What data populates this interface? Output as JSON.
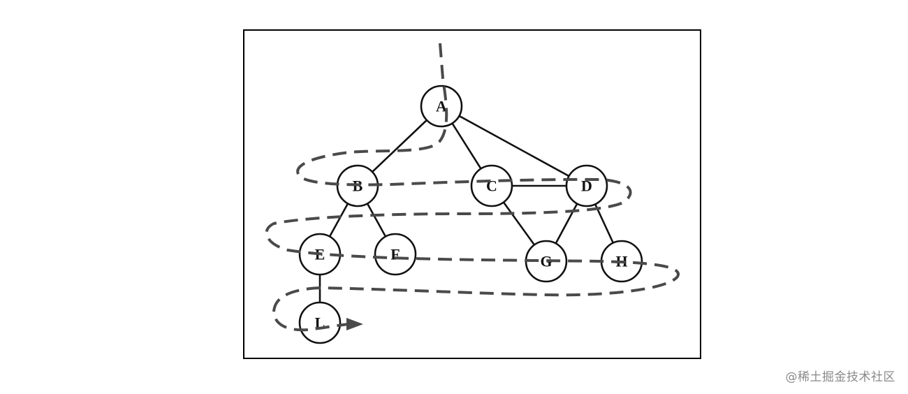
{
  "diagram": {
    "nodes": [
      {
        "id": "A",
        "label": "A"
      },
      {
        "id": "B",
        "label": "B"
      },
      {
        "id": "C",
        "label": "C"
      },
      {
        "id": "D",
        "label": "D"
      },
      {
        "id": "E",
        "label": "E"
      },
      {
        "id": "F",
        "label": "F"
      },
      {
        "id": "G",
        "label": "G"
      },
      {
        "id": "H",
        "label": "H"
      },
      {
        "id": "L",
        "label": "L"
      }
    ],
    "edges": [
      [
        "A",
        "B"
      ],
      [
        "A",
        "C"
      ],
      [
        "A",
        "D"
      ],
      [
        "B",
        "E"
      ],
      [
        "B",
        "F"
      ],
      [
        "C",
        "D"
      ],
      [
        "C",
        "G"
      ],
      [
        "D",
        "G"
      ],
      [
        "D",
        "H"
      ],
      [
        "E",
        "L"
      ]
    ]
  },
  "watermark": "@稀土掘金技术社区",
  "colors": {
    "edge": "#111111",
    "path": "#4a4a4a",
    "watermark": "#8a8a8a"
  }
}
